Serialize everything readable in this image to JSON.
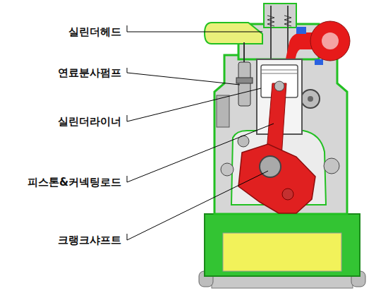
{
  "diagram": {
    "labels": [
      "실린더헤드",
      "연료분사펌프",
      "실린더라이너",
      "피스톤&커넥팅로드",
      "크랭크샤프트"
    ]
  }
}
